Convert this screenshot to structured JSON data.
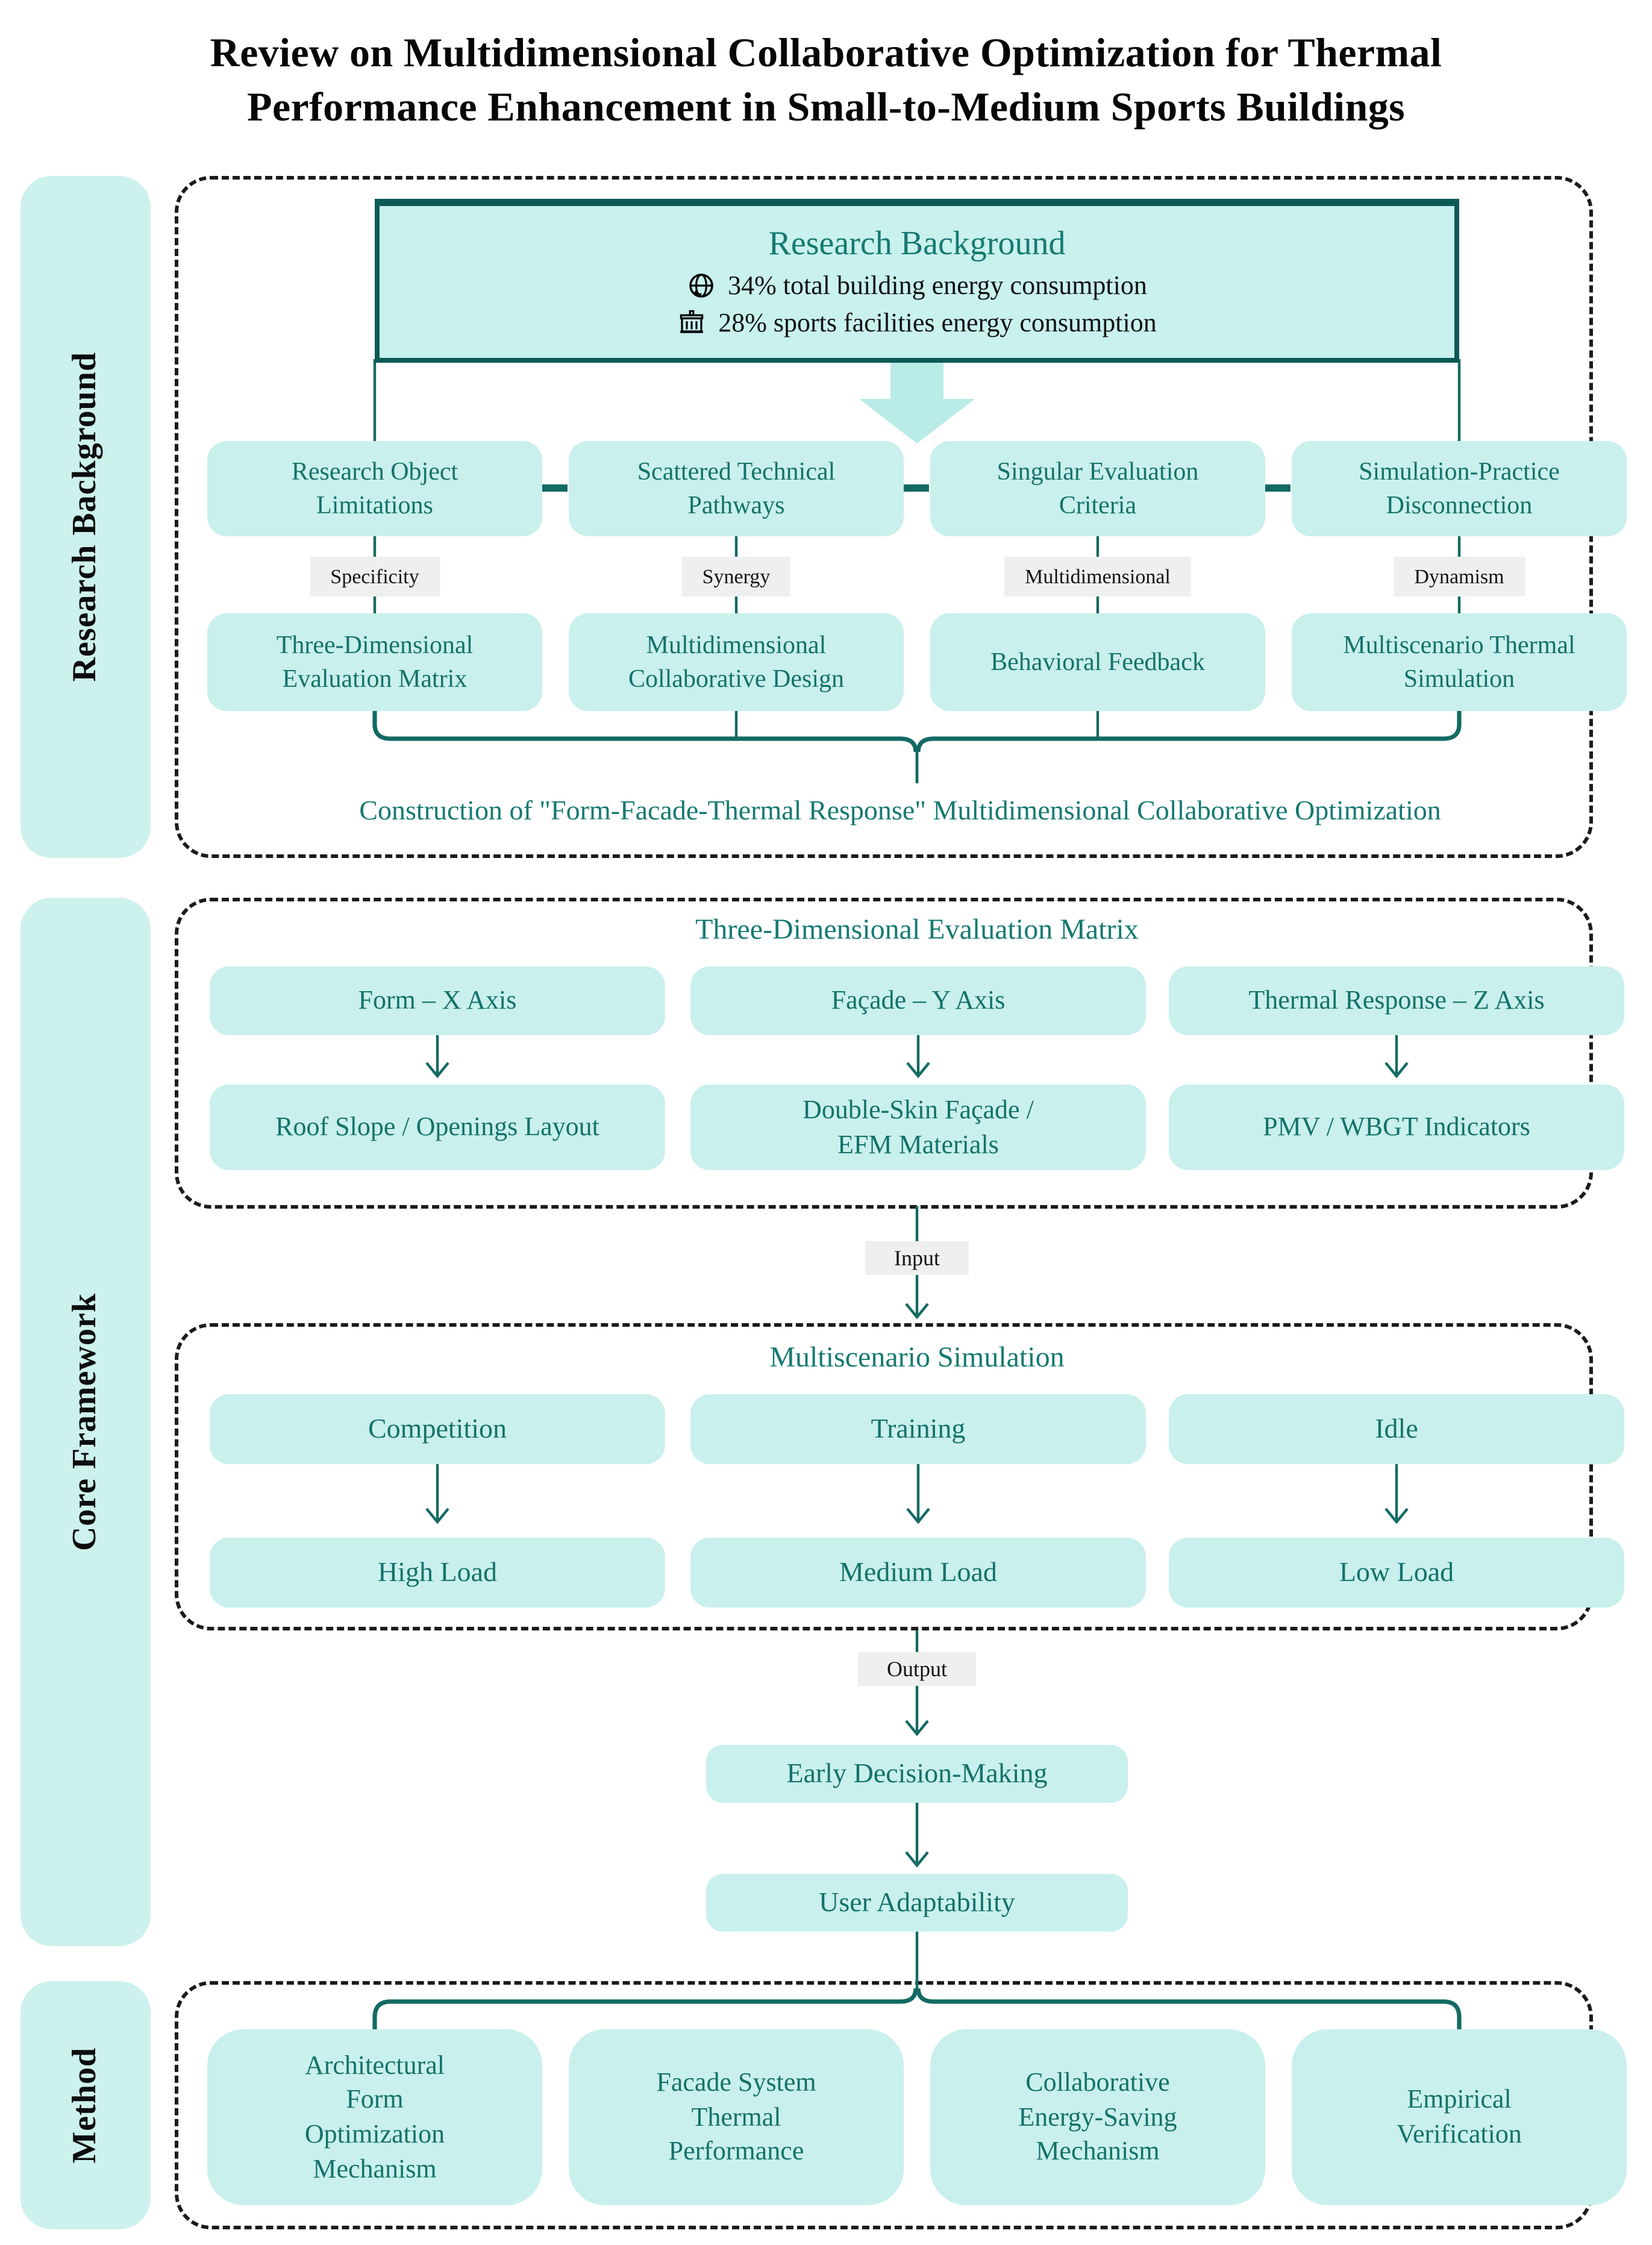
{
  "figure": {
    "title_line1": "Review on Multidimensional Collaborative Optimization for Thermal",
    "title_line2": "Performance Enhancement in Small-to-Medium Sports Buildings"
  },
  "colors": {
    "accent_teal": "#136a63",
    "box_fill": "#c9f0ec",
    "text_teal": "#157a72",
    "tag_bg": "#efefef",
    "arrow_fill": "#b9ebe7"
  },
  "research_background": {
    "sidebar_label": "Research Background",
    "header_title": "Research Background",
    "stat1_icon": "globe-icon",
    "stat1": "34% total building energy consumption",
    "stat2_icon": "building-icon",
    "stat2": "28% sports facilities energy consumption",
    "problems": [
      "Research Object\nLimitations",
      "Scattered Technical\nPathways",
      "Singular Evaluation\nCriteria",
      "Simulation-Practice\nDisconnection"
    ],
    "tags": [
      "Specificity",
      "Synergy",
      "Multidimensional",
      "Dynamism"
    ],
    "solutions": [
      "Three-Dimensional\nEvaluation Matrix",
      "Multidimensional\nCollaborative Design",
      "Behavioral Feedback",
      "Multiscenario Thermal\nSimulation"
    ],
    "conclusion": "Construction of \"Form-Facade-Thermal Response\" Multidimensional Collaborative Optimization"
  },
  "core_framework": {
    "sidebar_label": "Core Framework",
    "matrix": {
      "title": "Three-Dimensional Evaluation Matrix",
      "axes": [
        "Form – X Axis",
        "Façade – Y Axis",
        "Thermal Response – Z Axis"
      ],
      "details": [
        "Roof Slope / Openings Layout",
        "Double-Skin Façade /\nEFM Materials",
        "PMV / WBGT Indicators"
      ]
    },
    "input_label": "Input",
    "simulation": {
      "title": "Multiscenario Simulation",
      "scenarios": [
        "Competition",
        "Training",
        "Idle"
      ],
      "loads": [
        "High Load",
        "Medium Load",
        "Low Load"
      ]
    },
    "output_label": "Output",
    "outcome1": "Early Decision-Making",
    "outcome2": "User Adaptability"
  },
  "method": {
    "sidebar_label": "Method",
    "items": [
      "Architectural\nForm\nOptimization\nMechanism",
      "Facade System\nThermal\nPerformance",
      "Collaborative\nEnergy-Saving\nMechanism",
      "Empirical\nVerification"
    ]
  }
}
